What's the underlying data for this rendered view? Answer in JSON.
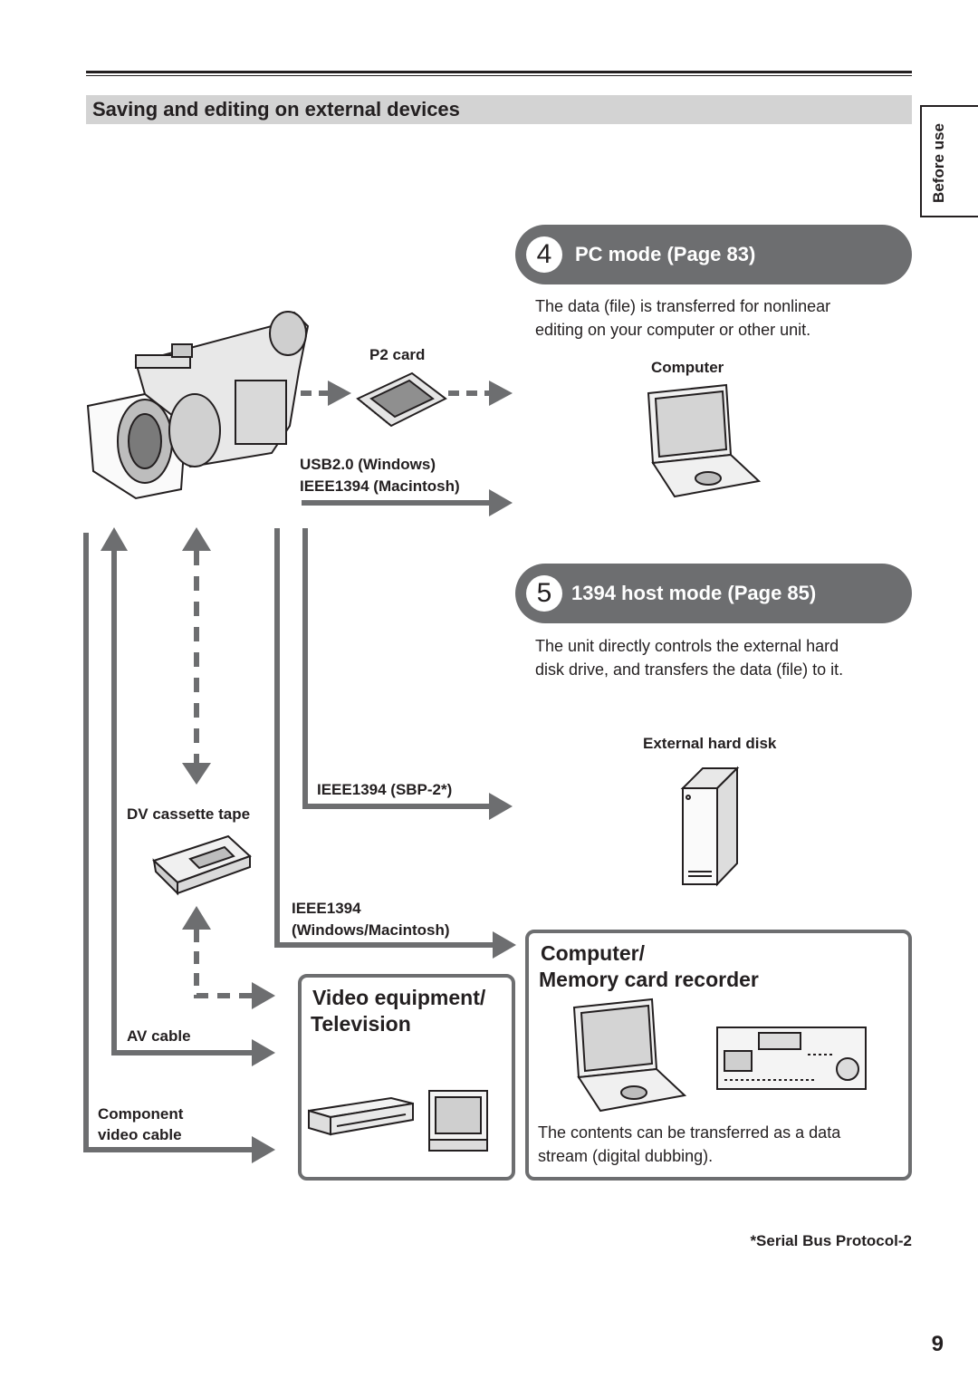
{
  "section_title": "Saving and editing on external devices",
  "side_tab": "Before use",
  "pc_mode": {
    "number": "4",
    "title": "PC mode (Page 83)",
    "description_line1": "The data (file) is transferred for nonlinear",
    "description_line2": "editing on your computer or other unit.",
    "device_label": "Computer"
  },
  "host_mode": {
    "number": "5",
    "title": "1394 host mode (Page 85)",
    "description_line1": "The unit directly controls the external hard",
    "description_line2": "disk drive, and transfers the data (file) to it.",
    "device_label": "External hard disk"
  },
  "connections": {
    "p2_card": "P2 card",
    "usb_line1": "USB2.0 (Windows)",
    "usb_line2": "IEEE1394 (Macintosh)",
    "ieee_sbp": "IEEE1394 (SBP-2*)",
    "dv_tape": "DV cassette tape",
    "ieee_line1": "IEEE1394",
    "ieee_line2": "(Windows/Macintosh)",
    "av_cable": "AV cable",
    "component_line1": "Component",
    "component_line2": "video cable"
  },
  "video_box": {
    "title_line1": "Video equipment/",
    "title_line2": "Television"
  },
  "computer_box": {
    "title_line1": "Computer/",
    "title_line2": "Memory card recorder",
    "description_line1": "The contents can be transferred as a data",
    "description_line2": "stream (digital dubbing)."
  },
  "footnote": "*Serial Bus Protocol-2",
  "page_number": "9",
  "colors": {
    "arrow_gray": "#6d6e70",
    "section_bg": "#d3d3d3",
    "text": "#231f20"
  }
}
